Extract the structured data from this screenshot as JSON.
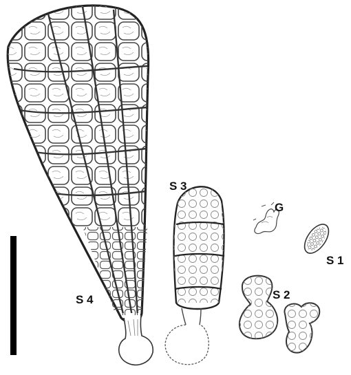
{
  "labels": {
    "s1": "S 1",
    "s2": "S 2",
    "s3": "S 3",
    "s4": "S 4",
    "g": "G"
  },
  "colors": {
    "ink": "#222222",
    "scale_bar": "#000000",
    "background": "#ffffff"
  }
}
